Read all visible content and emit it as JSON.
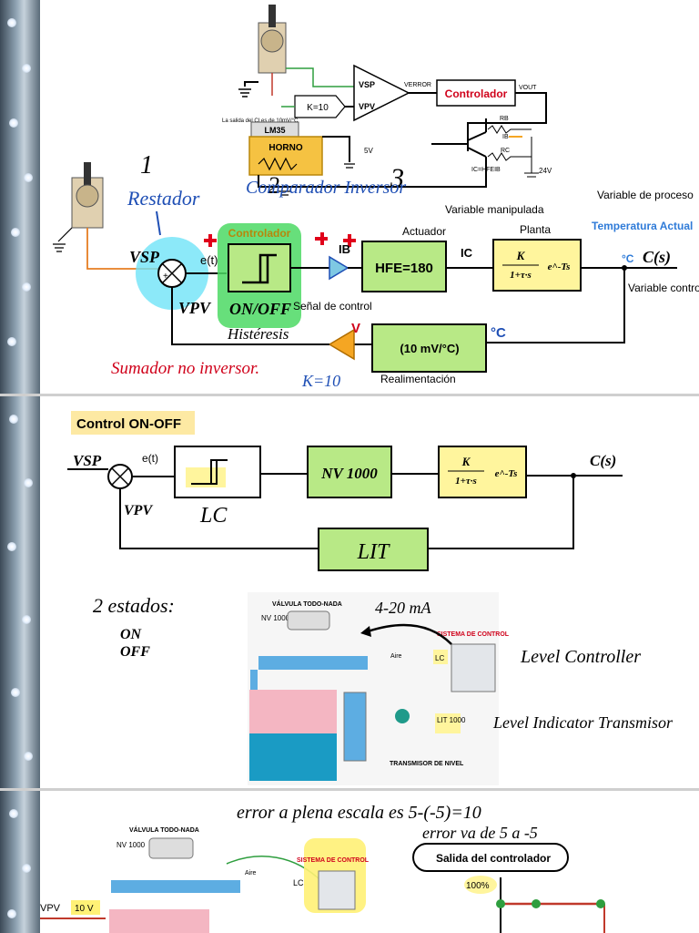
{
  "slide1": {
    "circuit": {
      "vsp": "VSP",
      "vpv": "VPV",
      "verror": "VERROR",
      "controller": "Controlador",
      "vout": "VOUT",
      "k_gain": "K=10",
      "lm35_note": "La salida del CI es de 10mV/°C",
      "lm35": "LM35",
      "horno": "HORNO",
      "five_v": "5V",
      "rb": "RB",
      "ib": "IB",
      "rc": "RC",
      "ic_eq": "IC=HFEIB",
      "v24": "24V"
    },
    "hand_numbers": [
      "1",
      "2",
      "3"
    ],
    "hand_restador": "Restador",
    "hand_comparador": "Comparador Inversor",
    "hand_onoff": "ON/OFF",
    "hand_histeresis": "Histéresis",
    "hand_sumador": "Sumador no inversor.",
    "hand_k": "K=10",
    "hand_v": "V",
    "hand_degc": "°C",
    "labels": {
      "vsp": "VSP",
      "vpv": "VPV",
      "et": "e(t)",
      "controlador": "Controlador",
      "senal_control": "Señal de control",
      "ib": "IB",
      "actuador": "Actuador",
      "hfe": "HFE=180",
      "var_manip": "Variable manipulada",
      "ic": "IC",
      "planta": "Planta",
      "plant_num": "K",
      "plant_den": "1+τ·s",
      "plant_exp": "e^-Ts",
      "var_proceso": "Variable de proceso",
      "temp_actual": "Temperatura Actual",
      "degc": "°C",
      "cs": "C(s)",
      "var_controlada": "Variable controlada",
      "sensor": "(10 mV/°C)",
      "realimentacion": "Realimentación"
    }
  },
  "slide2": {
    "title": "Control ON-OFF",
    "vsp": "VSP",
    "vpv": "VPV",
    "et": "e(t)",
    "nv": "NV 1000",
    "cs": "C(s)",
    "plant_num": "K",
    "plant_den": "1+τ·s",
    "plant_exp": "e^-Ts",
    "hand_lc": "LC",
    "hand_lit": "LIT",
    "hand_estados": "2 estados:",
    "hand_on": "ON",
    "hand_off": "OFF",
    "hand_420": "4-20 mA",
    "hand_level_controller": "Level Controller",
    "hand_level_indicator": "Level Indicator Transmisor",
    "pid": {
      "valve_title": "VÁLVULA TODO-NADA",
      "nv": "NV 1000",
      "aire": "Aire",
      "lc": "LC",
      "sistema": "SISTEMA DE CONTROL",
      "lit": "LIT 1000",
      "transmisor": "TRANSMISOR DE NIVEL"
    }
  },
  "slide3": {
    "hand_error": "error a plena escala es 5-(-5)=10",
    "hand_range": "error va de 5 a -5",
    "salida": "Salida del controlador",
    "pct": "100%",
    "valve_title": "VÁLVULA TODO-NADA",
    "nv": "NV 1000",
    "aire": "Aire",
    "sistema": "SISTEMA DE CONTROL",
    "lc": "LC",
    "vpv": "VPV",
    "ten_v": "10 V"
  }
}
